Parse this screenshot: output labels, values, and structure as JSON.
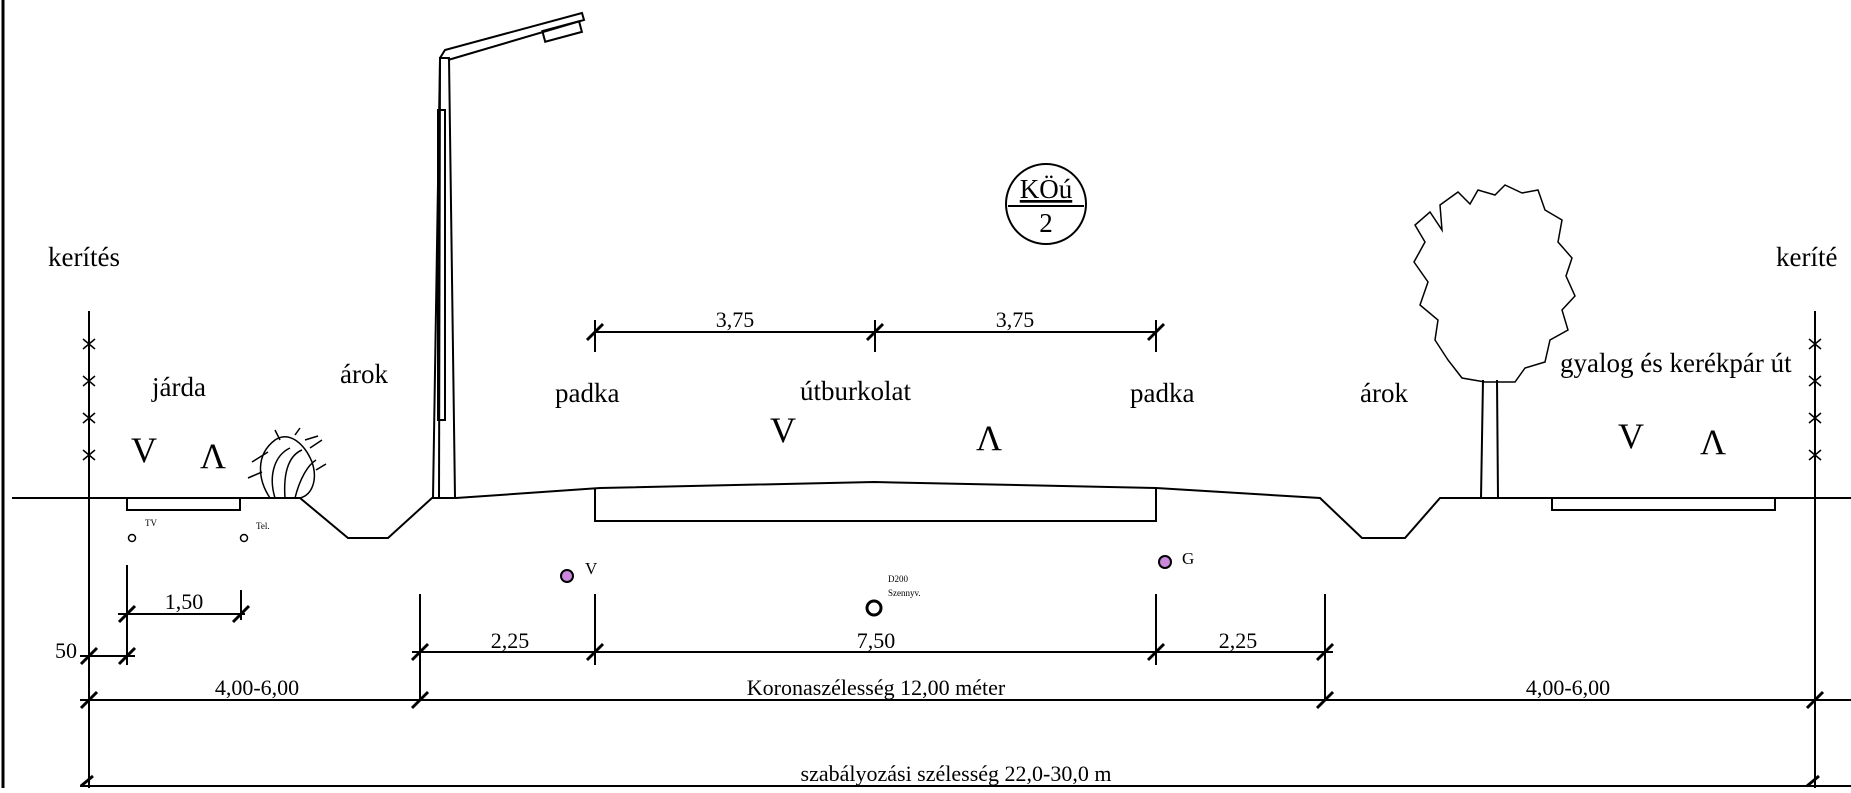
{
  "labels": {
    "fence_left": "kerítés",
    "fence_right": "keríté",
    "sidewalk": "járda",
    "ditch_left": "árok",
    "ditch_right": "árok",
    "shoulder_left": "padka",
    "shoulder_right": "padka",
    "pavement": "útburkolat",
    "cycle_path": "gyalog és kerékpár út"
  },
  "badge": {
    "top": "KÖú",
    "bottom": "2"
  },
  "symbols": {
    "v_sidewalk": "V",
    "l_sidewalk": "Λ",
    "v_road": "V",
    "l_road": "Λ",
    "v_path": "V",
    "l_path": "Λ"
  },
  "utilities": {
    "tv": "TV",
    "tel": "Tel.",
    "water": "V",
    "gas": "G",
    "sewer_d": "D200",
    "sewer_type": "Szennyv."
  },
  "dimensions": {
    "lane_left": "3,75",
    "lane_right": "3,75",
    "tv_tel_spacing": "1,50",
    "offset_50": "50",
    "shoulder_left": "2,25",
    "carriageway": "7,50",
    "shoulder_right": "2,25",
    "side_left": "4,00-6,00",
    "crown_width": "Koronaszélesség 12,00 méter",
    "side_right": "4,00-6,00",
    "regulation_width": "szabályozási szélesség 22,0-30,0 m"
  },
  "colors": {
    "line": "#000000",
    "utility_fill": "#cc88dd"
  }
}
